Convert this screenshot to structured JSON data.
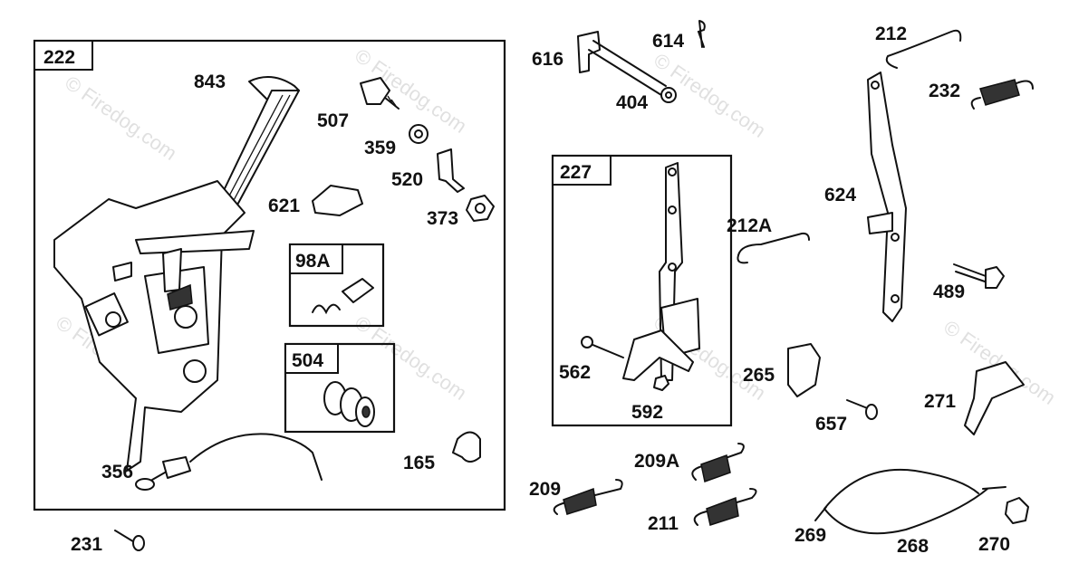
{
  "watermark": "© Firedog.com",
  "groups": {
    "g222": "222",
    "g98A": "98A",
    "g504": "504",
    "g227": "227"
  },
  "callouts": {
    "c843": "843",
    "c507": "507",
    "c359": "359",
    "c520": "520",
    "c621": "621",
    "c373": "373",
    "c356": "356",
    "c165": "165",
    "c231": "231",
    "c616": "616",
    "c614": "614",
    "c404": "404",
    "c562": "562",
    "c592": "592",
    "c212A": "212A",
    "c212": "212",
    "c232": "232",
    "c624": "624",
    "c489": "489",
    "c265": "265",
    "c657": "657",
    "c271": "271",
    "c209": "209",
    "c209A": "209A",
    "c211": "211",
    "c269": "269",
    "c268": "268",
    "c270": "270"
  }
}
